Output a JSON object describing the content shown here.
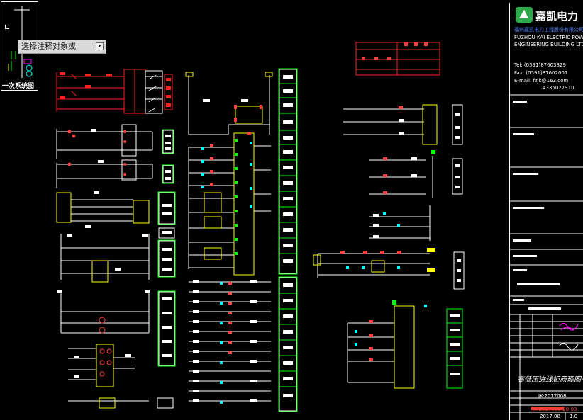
{
  "panel": {
    "label": "一次系统图"
  },
  "tooltip": {
    "text": "选择注释对象或",
    "button": "▾"
  },
  "title_block": {
    "company_cn": "嘉凯电力",
    "company_sub": "福州嘉凯电力工程股份有限公司",
    "company_en1": "FUZHOU KAI ELECTRIC POWER",
    "company_en2": "ENGINEERING BUILDING LTD.",
    "tel": "Tel: (0591)87603829",
    "fax": "Fax: (0591)87602001",
    "email": "E-mail: fzjk@163.com",
    "qq": "4335027910",
    "drawing_title": "高低压进线柜原理图一",
    "drawing_no": "JK-2017008",
    "drawing_no2": "JK-2017008-20-03",
    "date": "2017.08",
    "version": "1.0"
  },
  "colors": {
    "background": "#000000",
    "wire": "#ffffff",
    "yellow": "#ffff00",
    "red": "#ff0000",
    "cyan": "#00ffff",
    "green": "#00ff00",
    "magenta": "#ff00ff"
  }
}
